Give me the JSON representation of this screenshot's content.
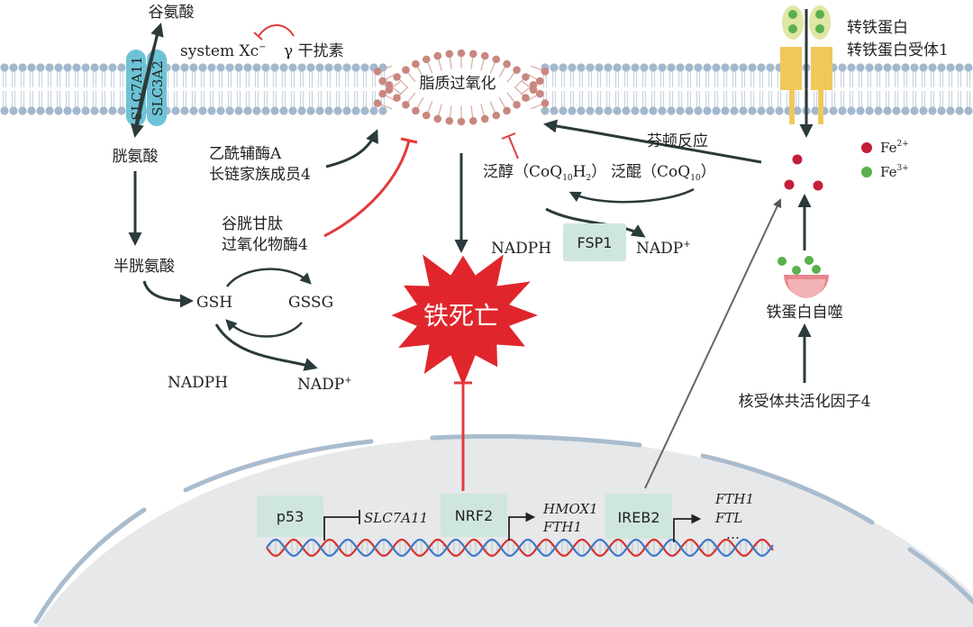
{
  "colors": {
    "membrane": "#a9bfd3",
    "membrane_head": "#9fb6cc",
    "lipid_head": "#c9877f",
    "lipid_tail": "#d8aaa5",
    "inhibit_red": "#e23b3b",
    "star_red": "#e0262c",
    "arrow_dark": "#2b3a3a",
    "gene_box": "#cfe6dc",
    "fe2_red": "#c41e3a",
    "fe3_green": "#59b04c",
    "transporter_cyan": "#6cc3d5",
    "receptor_yellow": "#f0c85a",
    "nucleus_grey": "#e6e8ea",
    "nucleus_envelope": "#a9bccd",
    "dna_red": "#d9322e",
    "dna_blue": "#3f78c8",
    "lysosome_pink": "#e8868d"
  },
  "transporter": {
    "subunit_1": "SLC7A11",
    "subunit_2": "SLC3A2",
    "glutamate": "谷氨酸",
    "cystine": "胱氨酸",
    "cysteine": "半胱氨酸",
    "system_xc": "system Xc",
    "system_xc_sup": "−",
    "ifn_gamma": "γ 干扰素"
  },
  "lipid": {
    "peroxidation": "脂质过氧化",
    "acsl4_line1": "乙酰辅酶A",
    "acsl4_line2": "长链家族成员4",
    "gpx4_line1": "谷胱甘肽",
    "gpx4_line2": "过氧化物酶4"
  },
  "gsh_cycle": {
    "gsh": "GSH",
    "gssg": "GSSG",
    "nadph": "NADPH",
    "nadp": "NADP",
    "nadp_sup": "+"
  },
  "coq": {
    "ubiquinol": "泛醇（CoQ",
    "ubiquinol_sub": "10",
    "ubiquinol_h": "H",
    "ubiquinol_h_sub": "2",
    "ubiquinol_close": "）",
    "ubiquinone": "泛醌（CoQ",
    "ubiquinone_sub": "10",
    "ubiquinone_close": "）",
    "fsp1": "FSP1",
    "nadph": "NADPH",
    "nadp": "NADP",
    "nadp_sup": "+"
  },
  "ferroptosis": "铁死亡",
  "iron": {
    "transferrin": "转铁蛋白",
    "transferrin_receptor": "转铁蛋白受体1",
    "fenton": "芬顿反应",
    "fe2": "Fe",
    "fe2_sup": "2+",
    "fe3": "Fe",
    "fe3_sup": "3+",
    "ferritinophagy": "铁蛋白自噬",
    "ncoa4": "核受体共活化因子4"
  },
  "nucleus": {
    "p53": "p53",
    "slc7a11": "SLC7A11",
    "nrf2": "NRF2",
    "hmox1": "HMOX1",
    "fth1_a": "FTH1",
    "ireb2": "IREB2",
    "fth1_b": "FTH1",
    "ftl": "FTL",
    "ellipsis": "…"
  }
}
